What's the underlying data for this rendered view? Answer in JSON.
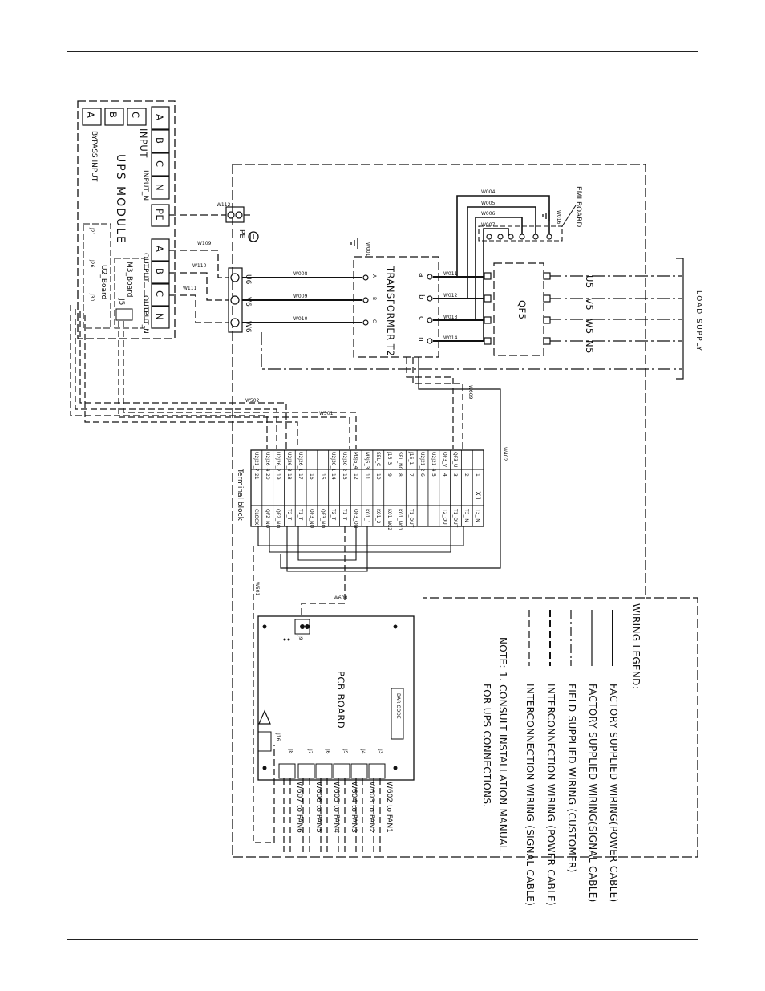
{
  "ups_module": {
    "title": "UPS MODULE",
    "bypass_label": "BYPASS INPUT",
    "bypass_terminals": [
      "A",
      "B",
      "C"
    ],
    "input_label": "INPUT",
    "input_n_label": "INPUT_N",
    "input_terminals": [
      "A",
      "B",
      "C",
      "N"
    ],
    "pe_label": "PE",
    "output_label": "OUTPUT",
    "output_n_label": "OUTPUT_N",
    "output_terminals": [
      "A",
      "B",
      "C",
      "N"
    ],
    "m3_board": "M3_Board",
    "j5": "J5",
    "u2_board": "U2_Board",
    "u2_jacks": [
      "J21",
      "J26",
      "J30"
    ]
  },
  "bus": {
    "terminals": [
      "U6",
      "V6",
      "W6"
    ],
    "pe_ground": "PE"
  },
  "transformer": {
    "label": "TRANSFORMER T2",
    "primary_taps": [
      "A",
      "B",
      "C"
    ],
    "secondary_taps": [
      "a",
      "b",
      "c",
      "n"
    ]
  },
  "wires": {
    "w112": "W112",
    "w109": "W109",
    "w110": "W110",
    "w111": "W111",
    "w008": "W008",
    "w009": "W009",
    "w010": "W010",
    "w001": "W001",
    "w011": "W011",
    "w012": "W012",
    "w013": "W013",
    "w014": "W014",
    "w004": "W004",
    "w005": "W005",
    "w006": "W006",
    "w007": "W007",
    "w016": "W016",
    "w502": "W502",
    "w501": "W501",
    "w609": "W609",
    "w402": "W402",
    "w608": "W608",
    "w601": "W601"
  },
  "emi_board": "EMI BOARD",
  "breaker": "QF5",
  "load": {
    "label": "LOAD SUPPLY",
    "outputs": [
      "U5",
      "V5",
      "W5",
      "N5"
    ]
  },
  "terminal_block": {
    "label": "Terminal block",
    "id": "X1",
    "left_labels": [
      "U2J21_7",
      "U2J26_4",
      "U2J26_2",
      "U2J26_3",
      "U2J26_1",
      "",
      "",
      "U2J30_1",
      "U2J30_2",
      "M3J5_4",
      "M3J5_3",
      "SEL_C",
      "J16_3",
      "SEL_NO",
      "J16_1",
      "U2J21_2",
      "U2J21_4",
      "QF3_V",
      "QF3_U"
    ],
    "numbers": [
      "21",
      "20",
      "19",
      "18",
      "17",
      "16",
      "15",
      "14",
      "13",
      "12",
      "11",
      "10",
      "9",
      "8",
      "7",
      "6",
      "5",
      "4",
      "3",
      "2",
      "1"
    ],
    "right_labels": [
      "CLOCK",
      "QF2_NO",
      "QF2_NO",
      "T2_T",
      "T1_T",
      "QF3_NO",
      "QF3_NO",
      "T2_T",
      "T1_T",
      "QF3_ON",
      "K01_1",
      "K01_2",
      "K01_NC2",
      "K01_NC1",
      "T1_OUT",
      "",
      "",
      "T2_OUT",
      "T1_OUT",
      "T3_IN",
      "T3_IN"
    ]
  },
  "pcb": {
    "label": "PCB BOARD",
    "bar_code": "BAR CODE",
    "jacks": [
      "J9",
      "J16",
      "J3",
      "J4",
      "J5",
      "J6",
      "J7",
      "J8"
    ],
    "fans": [
      "W602 to FAN1",
      "W603 to FAN2",
      "W604 to FAN3",
      "W605 to FAN4",
      "W606 to FAN5",
      "W607 to FAN6"
    ]
  },
  "legend": {
    "title": "WIRING LEGEND:",
    "items": [
      "FACTORY SUPPLIED WIRING(POWER CABLE)",
      "FACTORY SUPPLIED WIRING(SIGNAL CABLE)",
      "FIELD SUPPLIED WIRING (CUSTOMER)",
      "INTERCONNECTION WIRING (POWER CABLE)",
      "INTERCONNECTION WIRING (SIGNAL CABLE)"
    ],
    "note_1": "NOTE: 1. CONSULT INSTALLATION MANUAL",
    "note_2": "FOR UPS CONNECTIONS."
  },
  "colors": {
    "ink": "#111111",
    "paper": "#ffffff"
  }
}
